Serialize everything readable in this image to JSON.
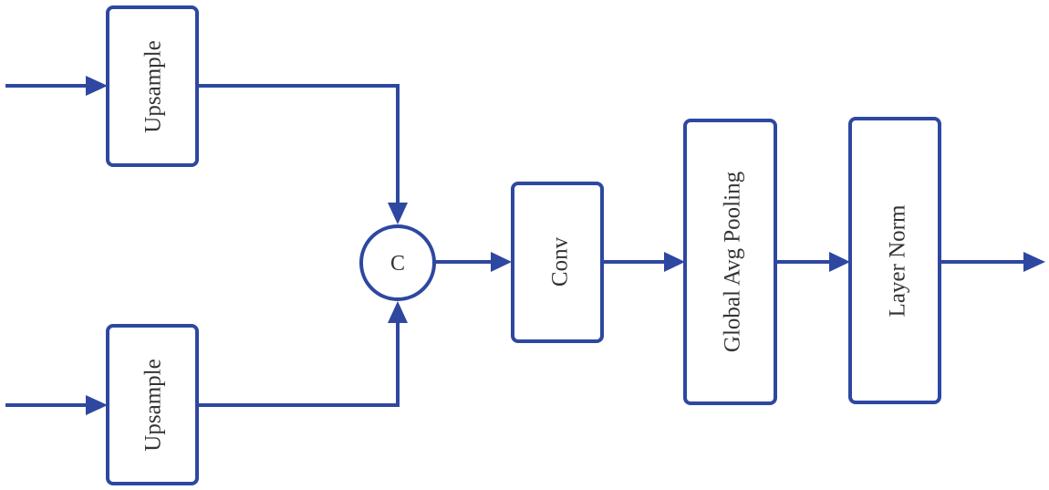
{
  "theme": {
    "stroke_color": "#2e47a0",
    "text_color": "#333333",
    "background": "#ffffff"
  },
  "blocks": {
    "upsample_top": {
      "label": "Upsample"
    },
    "upsample_bottom": {
      "label": "Upsample"
    },
    "conv": {
      "label": "Conv"
    },
    "global_avg_pooling": {
      "label": "Global Avg Pooling"
    },
    "layer_norm": {
      "label": "Layer Norm"
    }
  },
  "concat_node": {
    "label": "C"
  }
}
